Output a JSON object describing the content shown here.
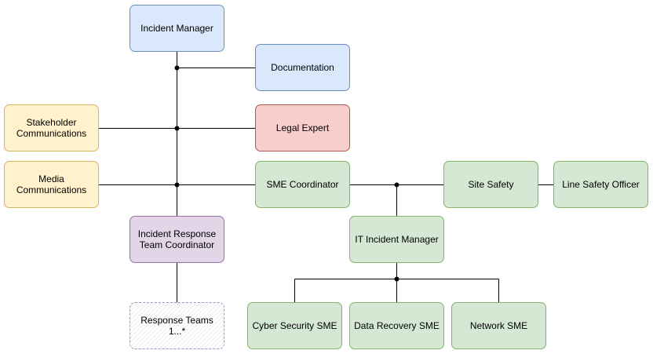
{
  "nodes": {
    "incident_manager": "Incident Manager",
    "documentation": "Documentation",
    "stakeholder_communications": "Stakeholder\nCommunications",
    "legal_expert": "Legal Expert",
    "media_communications": "Media\nCommunications",
    "sme_coordinator": "SME Coordinator",
    "site_safety": "Site Safety",
    "line_safety_officer": "Line Safety Officer",
    "incident_response_team_coordinator": "Incident Response\nTeam Coordinator",
    "it_incident_manager": "IT Incident Manager",
    "response_teams": "Response Teams\n1...*",
    "cyber_security_sme": "Cyber Security SME",
    "data_recovery_sme": "Data Recovery SME",
    "network_sme": "Network SME"
  },
  "colors": {
    "blue_fill": "#dae8fc",
    "blue_stroke": "#6c8ebf",
    "yellow_fill": "#fff2cc",
    "yellow_stroke": "#d6b656",
    "red_fill": "#f8cecc",
    "red_stroke": "#b85450",
    "green_fill": "#d5e8d4",
    "green_stroke": "#82b366",
    "purple_fill": "#e1d5e7",
    "purple_stroke": "#9673a6",
    "line": "#000000"
  }
}
